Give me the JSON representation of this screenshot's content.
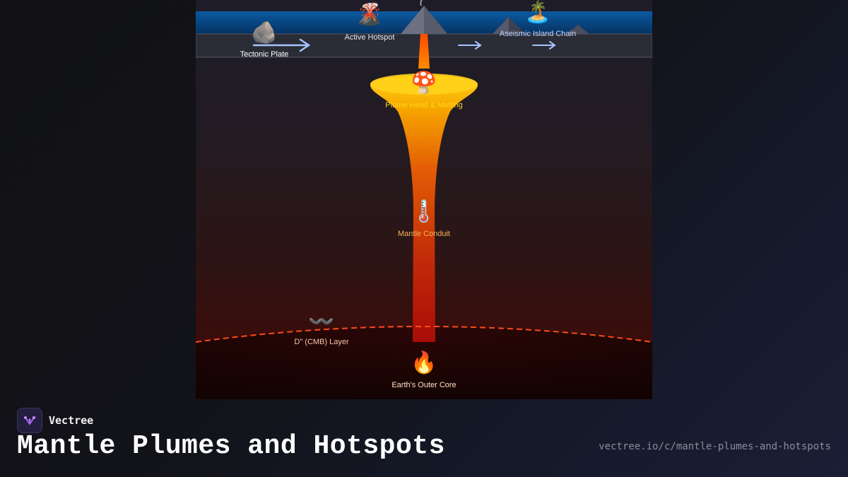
{
  "diagram": {
    "labels": {
      "tectonic_plate": "Tectonic Plate",
      "active_hotspot": "Active Hotspot",
      "island_chain": "Aseismic Island Chain",
      "plume_head": "Plume Head & Melting",
      "mantle_conduit": "Mantle Conduit",
      "cmb_layer": "D\" (CMB) Layer",
      "outer_core": "Earth's Outer Core"
    },
    "icons": {
      "tectonic_plate": "🪨",
      "active_hotspot": "🌋",
      "island_chain": "🏝️",
      "plume_head": "🍄",
      "mantle_conduit": "🌡️",
      "cmb_layer": "〰️",
      "outer_core": "🔥"
    },
    "colors": {
      "ocean": "#0a4a85",
      "plate": "#2a2c36",
      "magma": "#ff6a00",
      "plume_top": "#ffd21a",
      "plume_bottom": "#b80e0a",
      "cmb_line": "#ff4a1a",
      "arrow": "#a8c4ff"
    }
  },
  "footer": {
    "brand_name": "Vectree",
    "title": "Mantle Plumes and Hotspots",
    "url": "vectree.io/c/mantle-plumes-and-hotspots"
  }
}
